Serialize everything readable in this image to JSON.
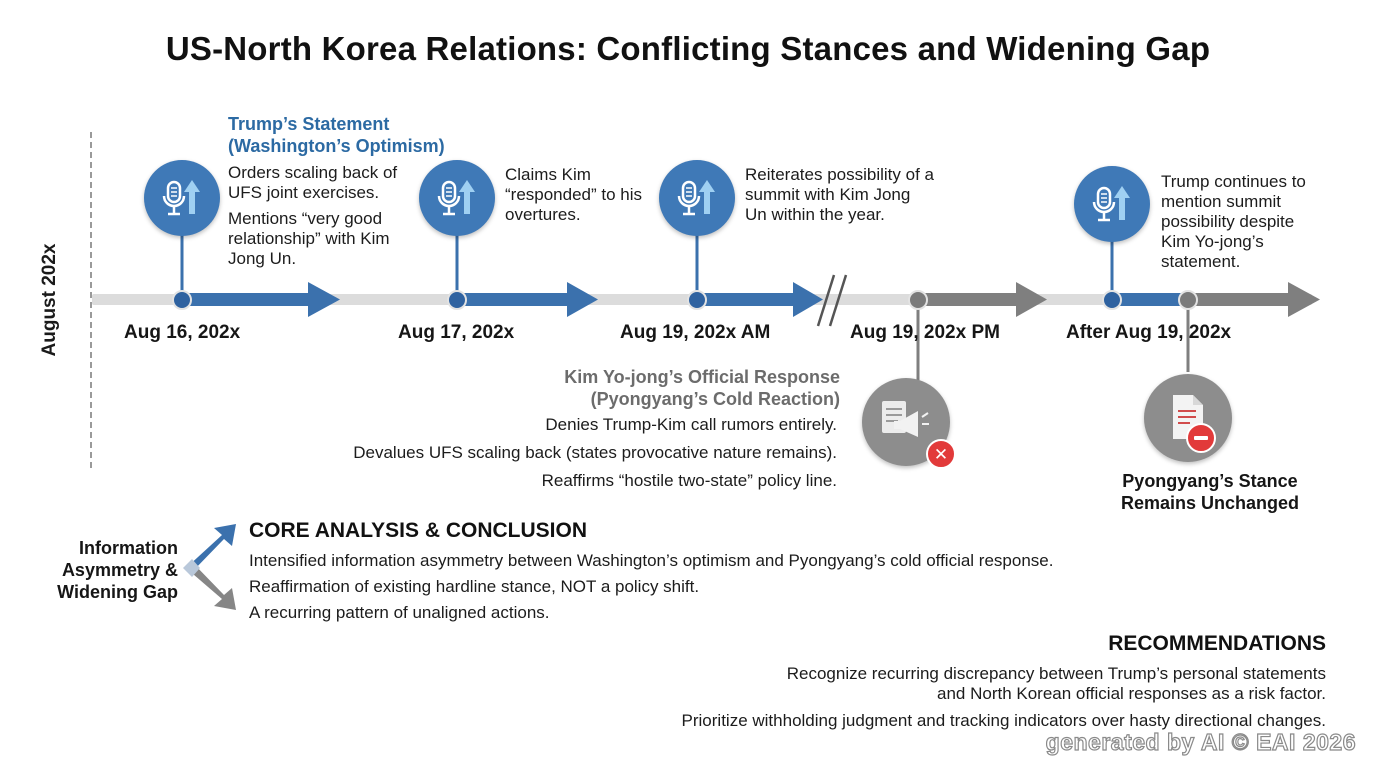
{
  "title": "US-North Korea Relations: Conflicting Stances and Widening Gap",
  "side_label": "August 202x",
  "us_heading": {
    "line1": "Trump’s Statement",
    "line2": "(Washington’s Optimism)"
  },
  "timeline": {
    "dates": [
      "Aug 16, 202x",
      "Aug 17, 202x",
      "Aug 19, 202x AM",
      "Aug 19, 202x PM",
      "After Aug 19, 202x"
    ]
  },
  "us_events": [
    {
      "lines_a": [
        "Orders scaling back of",
        "UFS joint exercises."
      ],
      "lines_b": [
        "Mentions “very good",
        "relationship” with Kim",
        "Jong Un."
      ]
    },
    {
      "lines": [
        "Claims Kim",
        "“responded” to his",
        "overtures."
      ]
    },
    {
      "lines": [
        "Reiterates possibility of a",
        "summit with Kim Jong",
        "Un within the year."
      ]
    },
    {
      "lines": [
        "Trump continues to",
        "mention summit",
        "possibility despite",
        "Kim Yo-jong’s",
        "statement."
      ]
    }
  ],
  "nk_heading": {
    "line1": "Kim Yo-jong’s Official Response",
    "line2": "(Pyongyang’s Cold Reaction)"
  },
  "nk_points": [
    "Denies Trump-Kim call rumors entirely.",
    "Devalues UFS scaling back (states provocative nature remains).",
    "Reaffirms “hostile two-state” policy line."
  ],
  "nk_stance": {
    "line1": "Pyongyang’s Stance",
    "line2": "Remains Unchanged"
  },
  "gap_label": {
    "line1": "Information",
    "line2": "Asymmetry &",
    "line3": "Widening Gap"
  },
  "analysis": {
    "heading": "CORE ANALYSIS & CONCLUSION",
    "points": [
      "Intensified information asymmetry between Washington’s optimism and Pyongyang’s cold official response.",
      "Reaffirmation of existing hardline stance, NOT a policy shift.",
      "A recurring pattern of unaligned actions."
    ]
  },
  "recommendations": {
    "heading": "RECOMMENDATIONS",
    "line1a": "Recognize recurring discrepancy between Trump’s personal statements",
    "line1b": "and North Korean official responses as a risk factor.",
    "line2": "Prioritize withholding judgment and tracking indicators over hasty directional changes."
  },
  "watermark": "generated by AI © EAI 2026",
  "icons": {
    "us": "microphone-up-arrow-icon",
    "nk_response": "document-megaphone-x-icon",
    "nk_stance": "document-minus-icon"
  },
  "colors": {
    "blue": "#3f79b7",
    "gray": "#8d8d8d",
    "red": "#e23a3a",
    "track": "#dcdcdc"
  }
}
